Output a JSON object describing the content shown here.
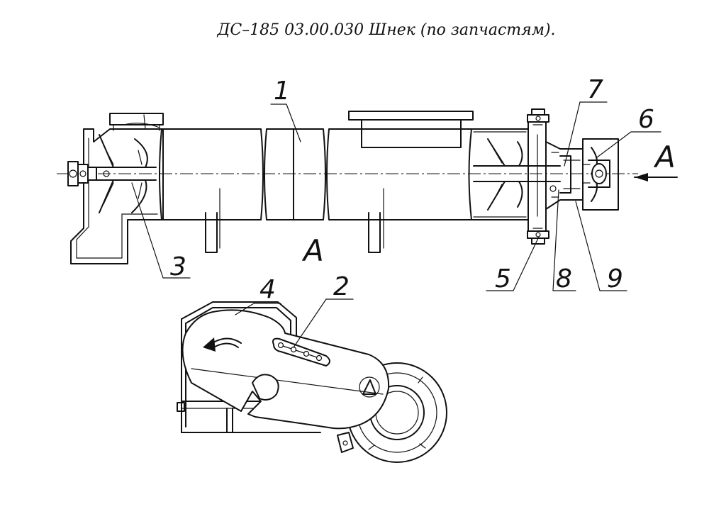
{
  "title": "ДС–185  03.00.030   Шнек  (по запчастям).",
  "view_label": "А",
  "section_label": "А",
  "callouts": {
    "c1": "1",
    "c2": "2",
    "c3": "3",
    "c4": "4",
    "c5": "5",
    "c6": "6",
    "c7": "7",
    "c8": "8",
    "c9": "9"
  }
}
